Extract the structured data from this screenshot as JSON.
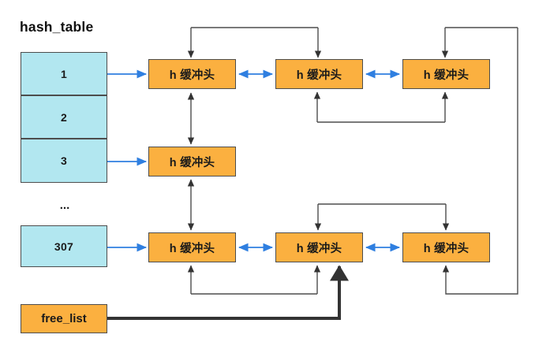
{
  "diagram": {
    "title": "hash_table",
    "ellipsis": "...",
    "colors": {
      "hash_cell_fill": "#b2e7f0",
      "buffer_fill": "#fbb040",
      "box_stroke": "#4d4d4d",
      "blue_arrow": "#2f7fe0",
      "black_arrow": "#4d4d4d",
      "thick_arrow": "#333333",
      "background": "#ffffff"
    }
  },
  "hash_table": {
    "label": "hash_table",
    "cells": [
      {
        "label": "1"
      },
      {
        "label": "2"
      },
      {
        "label": "3"
      }
    ],
    "gap_label": "...",
    "last_cell": {
      "label": "307"
    }
  },
  "free_list": {
    "label": "free_list"
  },
  "buffers": {
    "row1": [
      {
        "label": "h 缓冲头"
      },
      {
        "label": "h 缓冲头"
      },
      {
        "label": "h 缓冲头"
      }
    ],
    "row2": [
      {
        "label": "h 缓冲头"
      }
    ],
    "row3": [
      {
        "label": "h 缓冲头"
      },
      {
        "label": "h 缓冲头"
      },
      {
        "label": "h 缓冲头"
      }
    ]
  }
}
